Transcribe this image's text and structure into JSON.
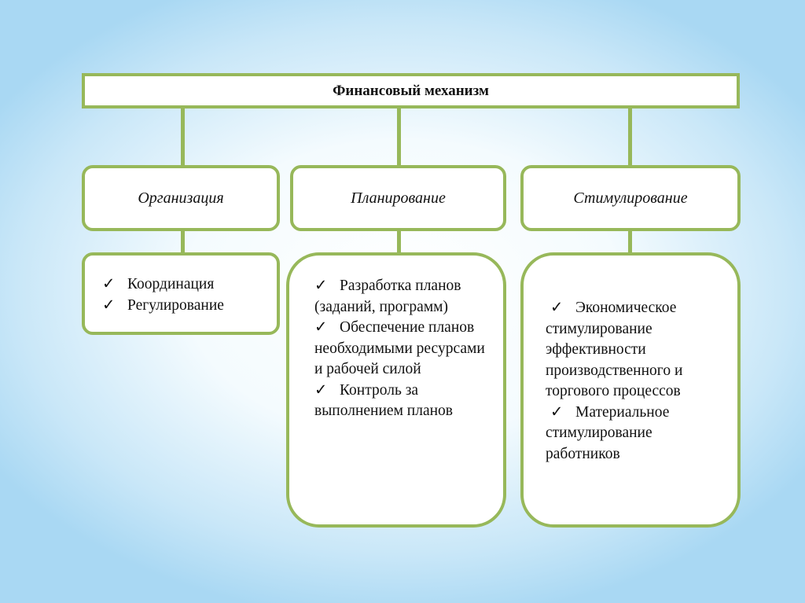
{
  "title": "Финансовый механизм",
  "categories": [
    {
      "label": "Организация",
      "items": [
        "Координация",
        "Регулирование"
      ]
    },
    {
      "label": "Планирование",
      "items": [
        "Разработка планов (заданий, программ)",
        "Обеспечение планов необходимыми ресурсами и рабочей силой",
        "Контроль за выполнением планов"
      ]
    },
    {
      "label": "Стимулирование",
      "items": [
        "Экономическое стимулирование эффективности производственного и торгового процессов",
        "Материальное стимулирование работников"
      ]
    }
  ],
  "bullet_icon": "✓",
  "colors": {
    "border": "#97b85a"
  }
}
